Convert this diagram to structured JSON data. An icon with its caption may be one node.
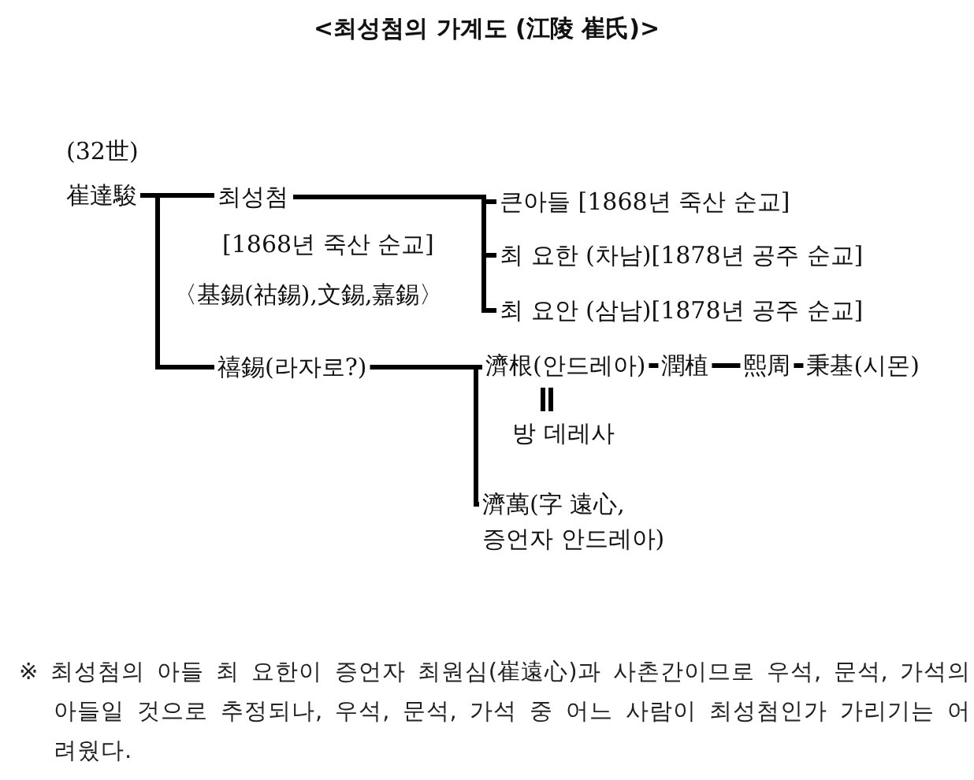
{
  "diagram": {
    "title": "<최성첨의 가계도 (江陵 崔氏)>",
    "nodes": [
      {
        "text": [
          "崔達駿"
        ],
        "beside": [
          "(32世)"
        ]
      },
      {
        "text": [
          "최성첨"
        ],
        "beside": [
          "[1868년 죽산 순교]",
          "〈基錫(祜錫),文錫,嘉錫〉"
        ]
      },
      {
        "text": [
          "禧錫(라자로?)"
        ]
      },
      {
        "text": [
          "큰아들 [1868년 죽산 순교]"
        ]
      },
      {
        "text": [
          "최 요한 (차남)[1878년 공주 순교]"
        ]
      },
      {
        "text": [
          "최 요안 (삼남)[1878년 공주 순교]"
        ]
      },
      {
        "text": [
          "濟根(안드레아)"
        ]
      },
      {
        "text": [
          "潤植"
        ]
      },
      {
        "text": [
          "熙周"
        ]
      },
      {
        "text": [
          "秉基(시몬)"
        ]
      },
      {
        "text": [
          "방 데레사"
        ]
      },
      {
        "text": [
          "濟萬(字 遠心, 증언자 안드레아)"
        ]
      }
    ],
    "edges": [
      {
        "from": 0,
        "to": 1,
        "arrow": "none"
      },
      {
        "from": 0,
        "to": 2,
        "arrow": "none"
      },
      {
        "from": 1,
        "to": 3,
        "arrow": "none"
      },
      {
        "from": 1,
        "to": 4,
        "arrow": "none"
      },
      {
        "from": 1,
        "to": 5,
        "arrow": "none"
      },
      {
        "from": 2,
        "to": 6,
        "arrow": "none"
      },
      {
        "from": 2,
        "to": 11,
        "arrow": "none"
      },
      {
        "from": 6,
        "to": 7,
        "arrow": "none"
      },
      {
        "from": 7,
        "to": 8,
        "arrow": "none"
      },
      {
        "from": 8,
        "to": 9,
        "arrow": "none"
      },
      {
        "from": 6,
        "to": 10,
        "arrow": "none"
      }
    ],
    "caption": "※ 최성첨의 아들 최 요한이 증언자 최원심(崔遠心)과 사촌간이므로 우석, 문석, 가석의 아들일 것으로 추정되나, 우석, 문석, 가석 중 어느 사람이 최성첨인가 가리기는 어려웠다."
  }
}
